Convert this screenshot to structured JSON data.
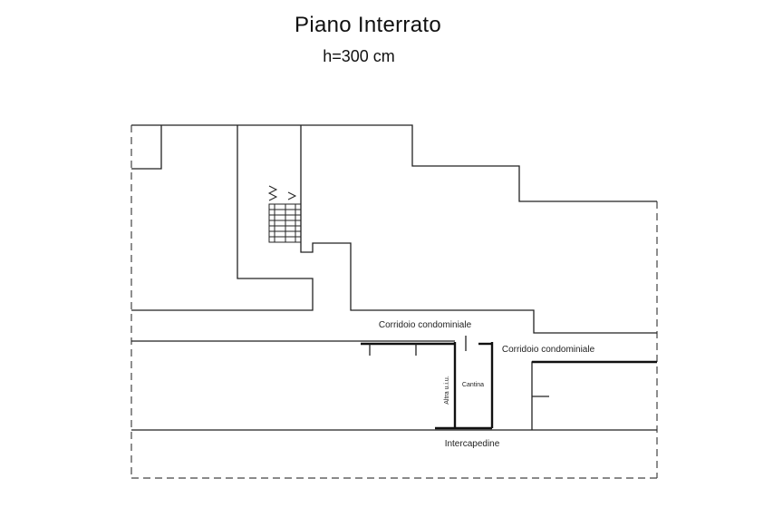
{
  "header": {
    "title": "Piano Interrato",
    "subtitle": "h=300 cm"
  },
  "labels": {
    "corridor_upper": "Corridoio condominiale",
    "corridor_right": "Corridoio condominiale",
    "cellar": "Cantina",
    "other_unit": "Altra u.i.u.",
    "cavity": "Intercapedine"
  }
}
